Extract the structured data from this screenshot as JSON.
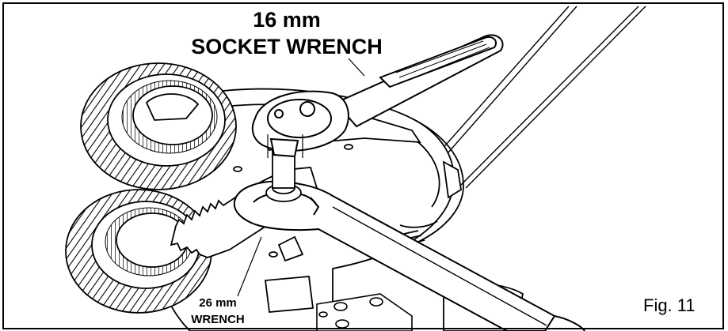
{
  "labels": {
    "socket_size": "16 mm",
    "socket_name": "SOCKET WRENCH",
    "wrench_size": "26 mm",
    "wrench_name": "WRENCH"
  },
  "figure": {
    "caption": "Fig. 11"
  },
  "colors": {
    "ink": "#000000",
    "paper": "#ffffff"
  },
  "icons": [
    "socket-wrench-icon",
    "open-end-wrench-icon",
    "mower-blade-icon",
    "wheel-icon",
    "mower-deck-icon"
  ]
}
